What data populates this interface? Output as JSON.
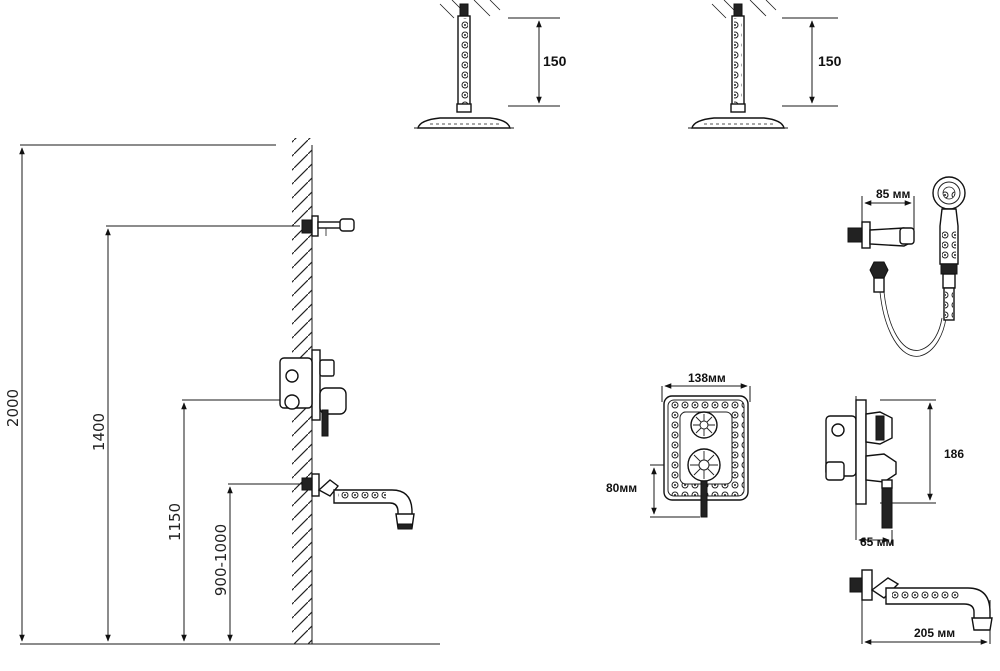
{
  "installation_heights": {
    "total": "2000",
    "shower_arm": "1400",
    "mixer": "1150",
    "spout": "900-1000"
  },
  "overhead_shower_1": {
    "drop": "150"
  },
  "overhead_shower_2": {
    "drop": "150"
  },
  "hand_shower": {
    "holder_width": "85 мм"
  },
  "mixer_front": {
    "width": "138мм",
    "offset": "80мм"
  },
  "mixer_side": {
    "height": "186",
    "depth": "65 мм"
  },
  "bath_spout": {
    "length": "205 мм"
  }
}
